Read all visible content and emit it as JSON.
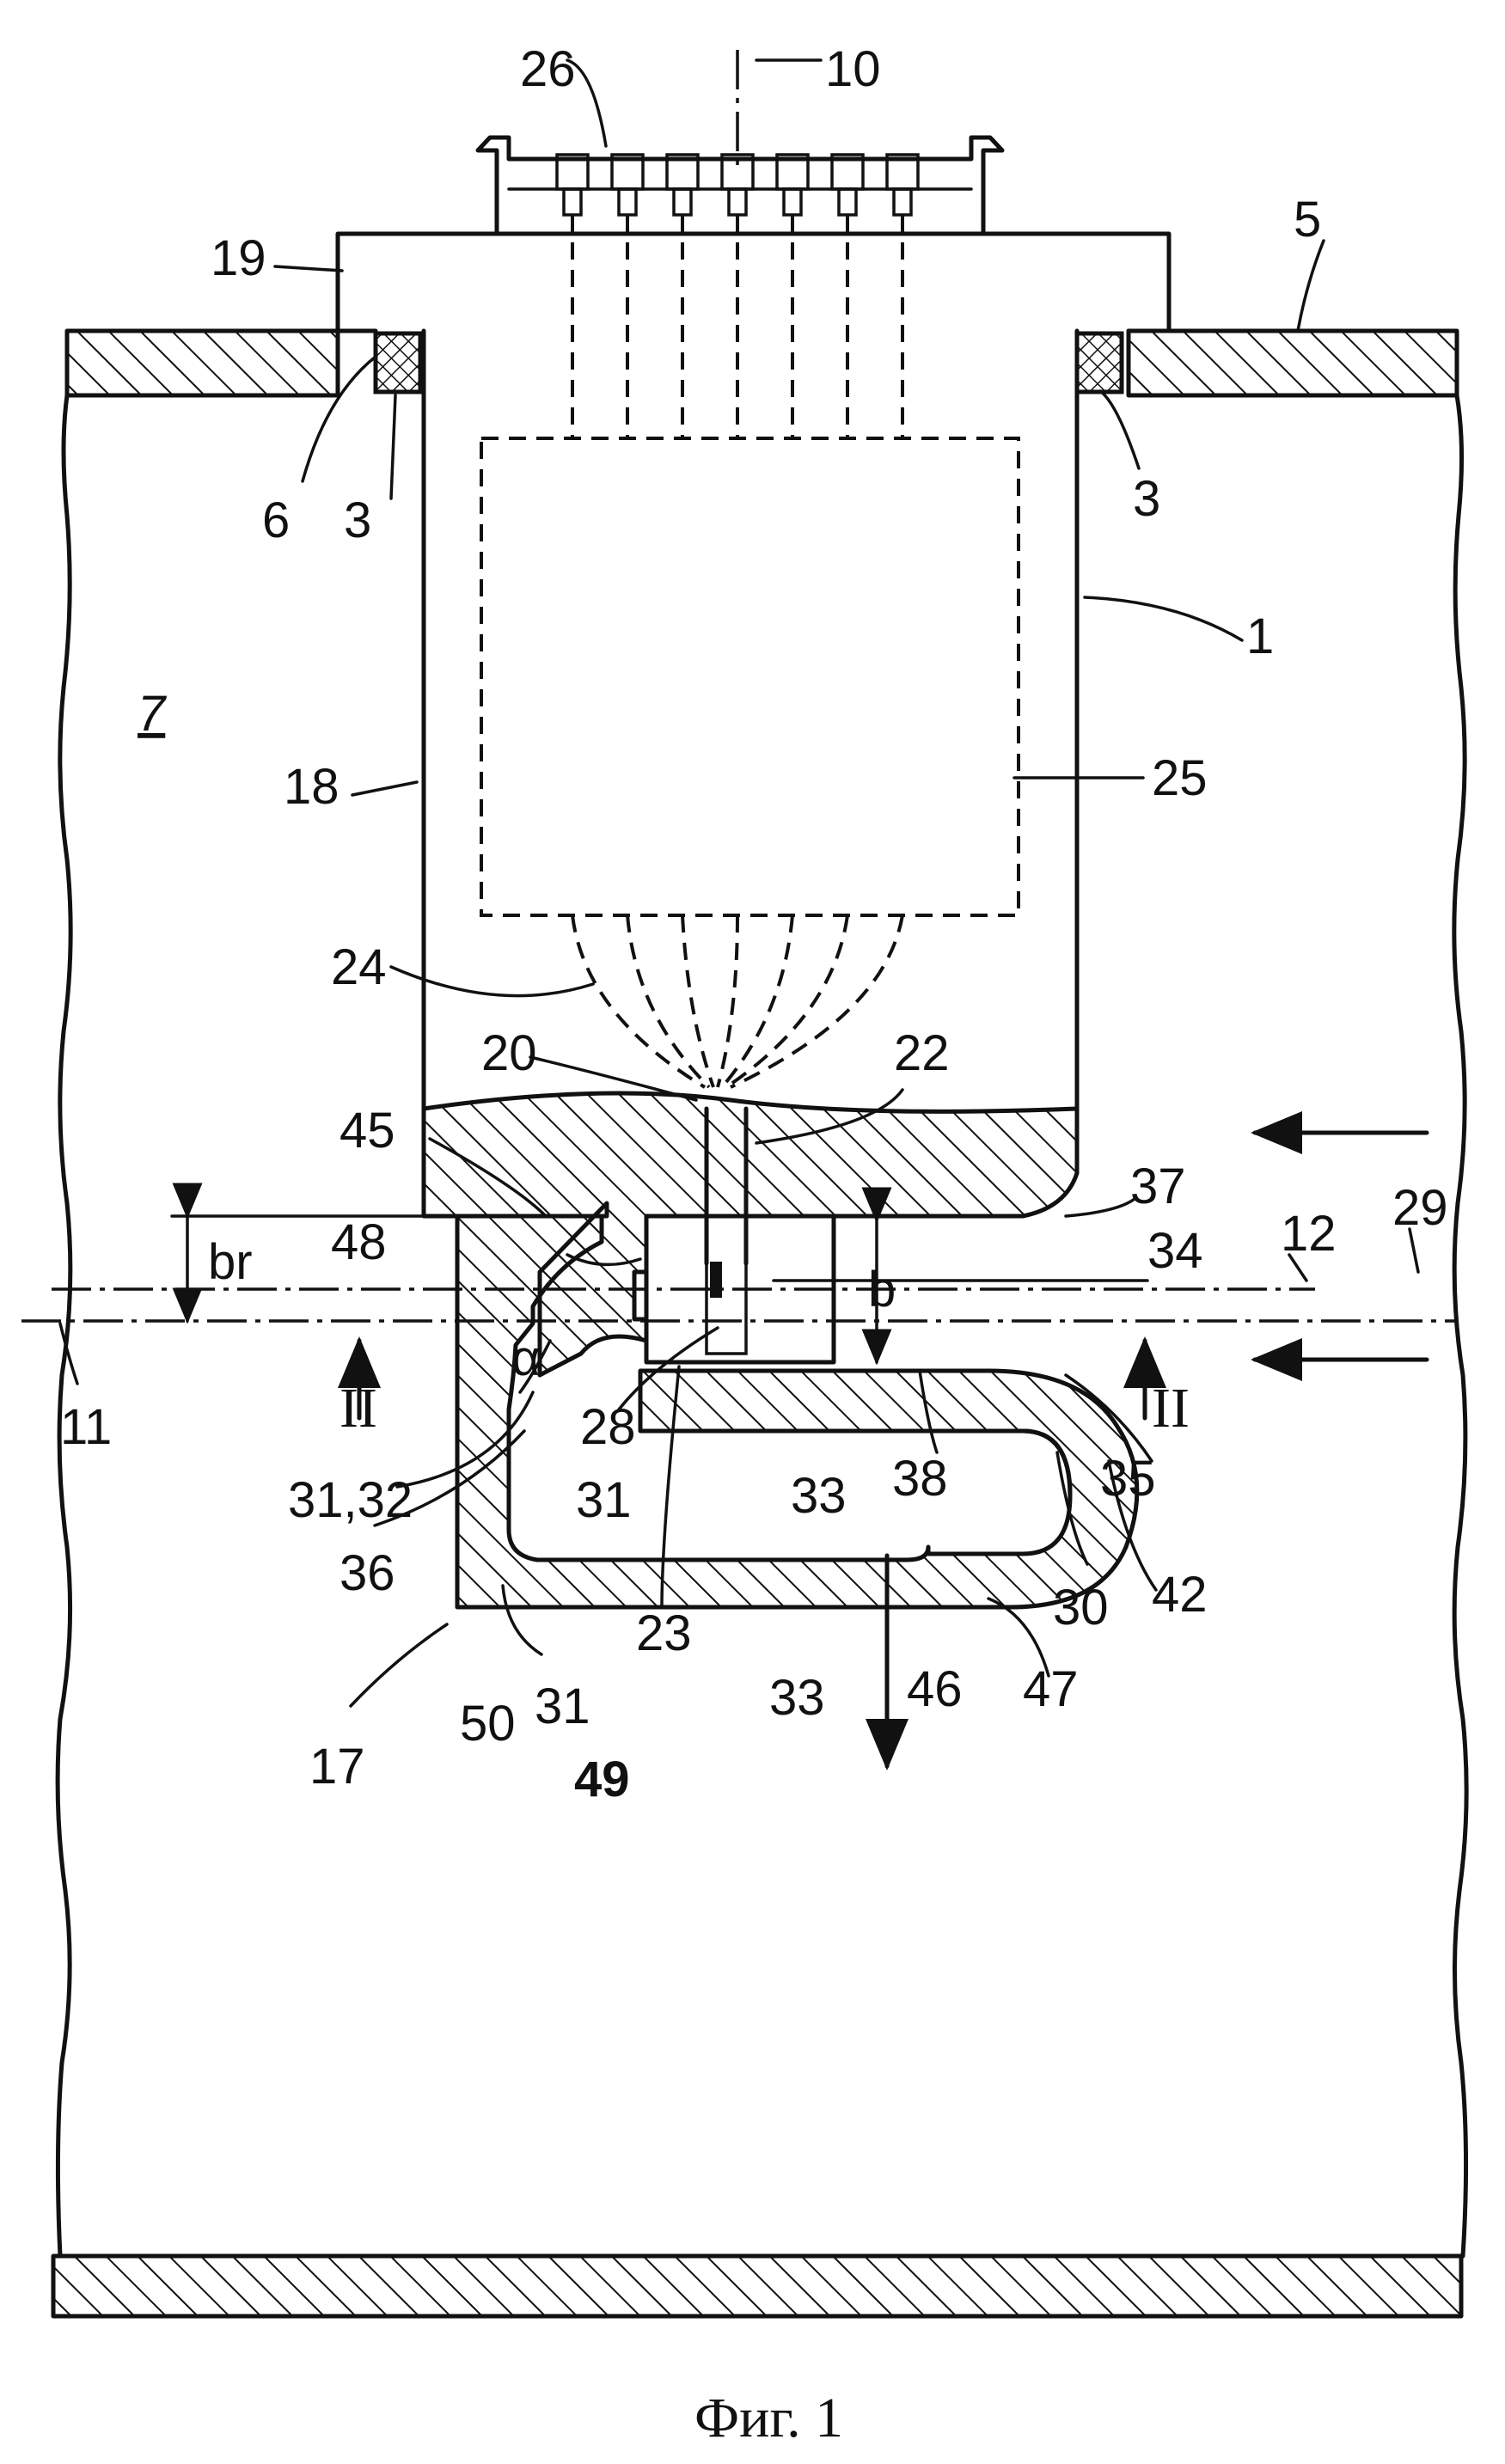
{
  "caption": "Фиг. 1",
  "labels": {
    "n26": "26",
    "n10": "10",
    "n19": "19",
    "n5": "5",
    "n6": "6",
    "n3a": "3",
    "n3b": "3",
    "n1": "1",
    "n7": "7",
    "n18": "18",
    "n25": "25",
    "n24": "24",
    "n20": "20",
    "n22": "22",
    "n45": "45",
    "n37": "37",
    "n12": "12",
    "n29": "29",
    "br": "br",
    "n48": "48",
    "n34": "34",
    "b": "b",
    "n11": "11",
    "roman_left": "II",
    "alpha": "α",
    "n28": "28",
    "n35": "35",
    "roman_right": "II",
    "n3132": "31,32",
    "n38": "38",
    "n36": "36",
    "n42": "42",
    "n30": "30",
    "n23": "23",
    "n31a": "31",
    "n33": "33",
    "n47": "47",
    "n17": "17",
    "n50": "50",
    "n31b": "31",
    "n46": "46",
    "n49": "49"
  }
}
